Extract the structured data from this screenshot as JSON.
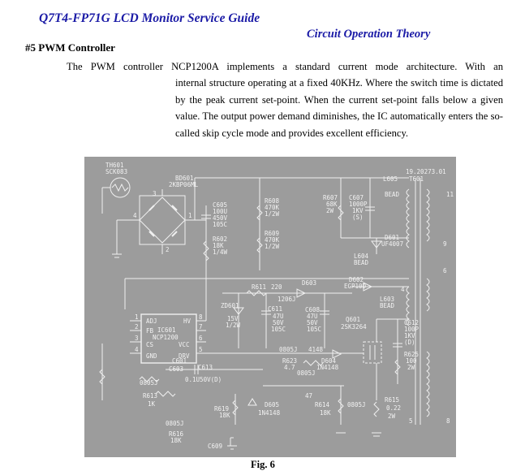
{
  "header": {
    "guide_title": "Q7T4-FP71G LCD Monitor Service Guide",
    "section_title": "Circuit Operation Theory"
  },
  "section": {
    "heading": "#5 PWM Controller"
  },
  "body": {
    "line1": "The PWM controller NCP1200A implements a standard current mode architecture. With an",
    "rest": "internal structure operating at a fixed 40KHz. Where the switch time is dictated by the peak current set-point. When the current set-point falls below a given value. The output power demand diminishes, the IC automatically enters the so-called skip cycle mode and provides excellent efficiency."
  },
  "figure": {
    "caption": "Fig. 6",
    "labels": {
      "th601": "TH601",
      "th601_val": "SCK083",
      "bd601": "BD601",
      "bd601_val": "2KBP06ML",
      "c605": "C605",
      "c605_v1": "100U",
      "c605_v2": "450V",
      "c605_v3": "105C",
      "r602": "R602",
      "r602_v1": "18K",
      "r602_v2": "1/4W",
      "r608": "R608",
      "r608_v1": "470K",
      "r608_v2": "1/2W",
      "r609": "R609",
      "r609_v1": "470K",
      "r609_v2": "1/2W",
      "r607": "R607",
      "r607_v1": "68K",
      "r607_v2": "2W",
      "c607": "C607",
      "c607_v1": "1000P",
      "c607_v2": "1KV",
      "c607_v3": "(S)",
      "t601_ref": "19.20273.01",
      "l605": "L605",
      "t601": "T601",
      "bead": "BEAD",
      "d601": "D601",
      "d601_v": "UF4007",
      "l604": "L604",
      "l604_v": "BEAD",
      "d602": "D602",
      "d602_v": "EGP10D",
      "r611": "R611",
      "r611_v": "220",
      "d603": "D603",
      "d603_v": "1206J",
      "c611": "C611",
      "c611_v1": "47U",
      "c611_v2": "50V",
      "c611_v3": "105C",
      "c608": "C608",
      "c608_v1": "47U",
      "c608_v2": "50V",
      "c608_v3": "105C",
      "zd601": "ZD601",
      "zd601_v1": "15V",
      "zd601_v2": "1/2W",
      "l603": "L603",
      "l603_v": "BEAD",
      "q601": "Q601",
      "q601_v": "2SK3264",
      "c612": "C612",
      "c612_v1": "100P",
      "c612_v2": "1KV",
      "c612_v3": "(D)",
      "r625": "R625",
      "r625_v1": "100",
      "r625_v2": "2W",
      "ic_adj": "ADJ",
      "ic_hv": "HV",
      "ic_fb": "FB",
      "ic_ref": "IC601",
      "ic_part": "NCP1200",
      "ic_cs": "CS",
      "ic_vcc": "VCC",
      "ic_gnd": "GND",
      "ic_drv": "DRV",
      "c603": "C603",
      "c613": "C613",
      "c613_v": "0.1U50V(D)",
      "c601": "C601",
      "r605j": "0805J",
      "r605j_b": "0805J",
      "r605j_c": "0805J",
      "r605j_d": "0805J",
      "r605j_e": "0805J",
      "r623": "R623",
      "r623_v": "4.7",
      "d604": "D604",
      "d604_v": "1N4148",
      "d604_b": "4148",
      "r613": "R613",
      "r613_v": "1K",
      "r616": "R616",
      "r616_v": "18K",
      "r619": "R619",
      "r619_v": "18K",
      "d605": "D605",
      "d605_v": "1N4148",
      "r614": "R614",
      "r614_v": "18K",
      "r_47": "47",
      "r615": "R615",
      "r615_v1": "0.22",
      "r615_v2": "2W",
      "c609": "C609",
      "p11": "11",
      "p9": "9",
      "p6": "6",
      "p8": "8",
      "p4": "4",
      "p5": "5",
      "n1": "1",
      "n2": "2",
      "n3": "3",
      "n4": "4",
      "i1": "1",
      "i2": "2",
      "i3": "3",
      "i4": "4",
      "i5": "5",
      "i6": "6",
      "i7": "7",
      "i8": "8"
    }
  }
}
